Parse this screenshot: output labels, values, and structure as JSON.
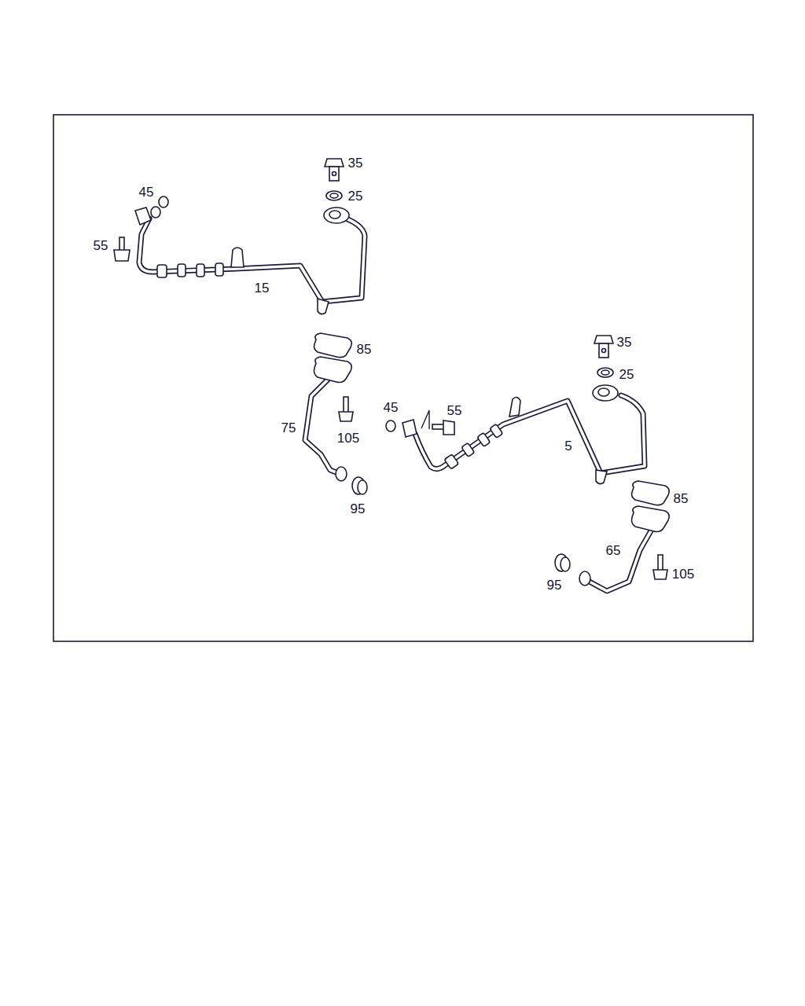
{
  "diagram": {
    "labels": [
      "35",
      "45",
      "25",
      "55",
      "15",
      "85",
      "35",
      "25",
      "45",
      "55",
      "75",
      "105",
      "5",
      "95",
      "85",
      "65",
      "105",
      "95"
    ]
  }
}
